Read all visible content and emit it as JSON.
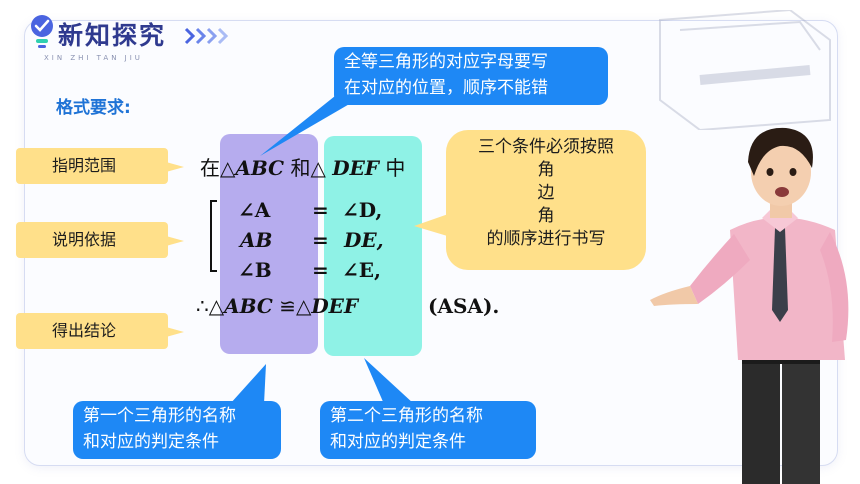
{
  "header": {
    "title": "新知探究",
    "subtitle": "XIN ZHI TAN JIU"
  },
  "format_label": "格式要求:",
  "tags": {
    "scope": "指明范围",
    "basis": "说明依据",
    "conclusion": "得出结论"
  },
  "statement": {
    "in": "在",
    "tri1": "△",
    "abc": "ABC",
    "and": " 和△ ",
    "def": "DEF",
    "zhong": " 中"
  },
  "conditions": [
    {
      "left": "∠A",
      "eq": "=",
      "right": "∠D,"
    },
    {
      "left": "AB",
      "eq": "=",
      "right": "DE,"
    },
    {
      "left": "∠B",
      "eq": "=",
      "right": "∠E,"
    }
  ],
  "conclusion_line": {
    "therefore": "∴△",
    "abc": "ABC",
    "congruent": " ≌△",
    "def": "DEF",
    "reason": "(ASA)."
  },
  "callouts": {
    "top": [
      "全等三角形的对应字母要写",
      "在对应的位置，顺序不能错"
    ],
    "right": [
      "三个条件必须按照",
      "角",
      "边",
      "角",
      "的顺序进行书写"
    ],
    "bottom_left": [
      "第一个三角形的名称",
      "和对应的判定条件"
    ],
    "bottom_right": [
      "第二个三角形的名称",
      "和对应的判定条件"
    ]
  },
  "colors": {
    "accent_blue": "#1e88f5",
    "tag_yellow": "#ffe08a",
    "column_purple": "#b6acee",
    "column_cyan": "#8ff2e6",
    "title_navy": "#2f3a8f"
  }
}
